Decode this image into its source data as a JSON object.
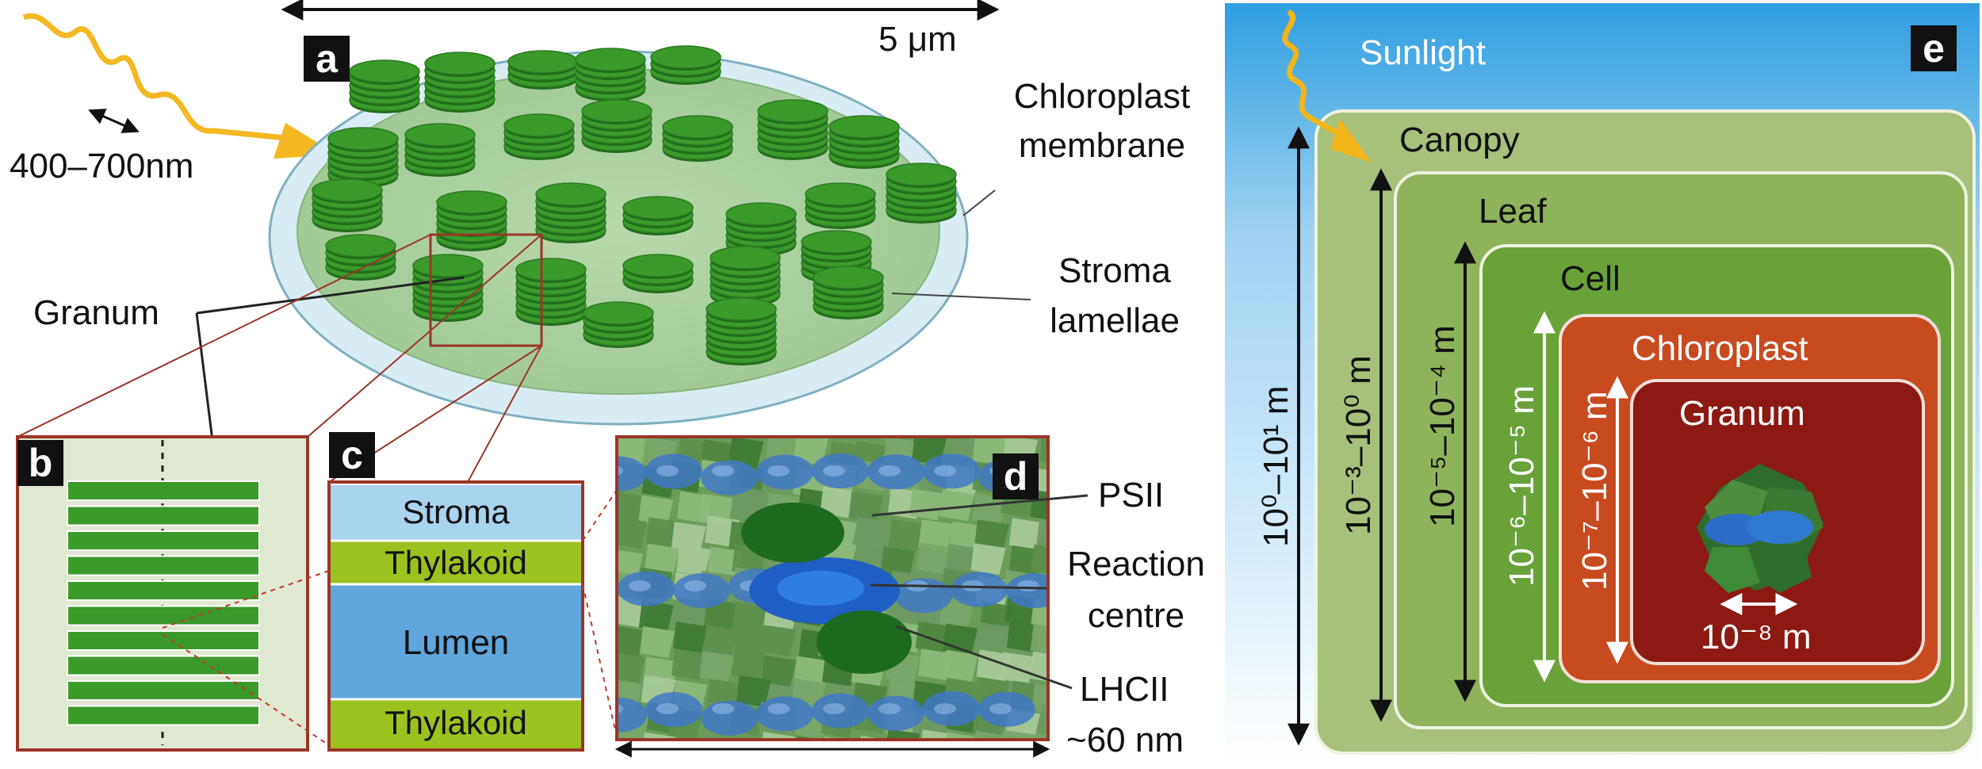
{
  "colors": {
    "sky": "#3da3e2",
    "canopy": "#a7c07a",
    "leaf": "#8fb35b",
    "cell": "#6aa23a",
    "chloroplast": "#c84a1f",
    "granum": "#8c1a12",
    "thylakoid_green": "#3a9a2a",
    "stroma_blue": "#a9d4ee",
    "lumen_blue": "#5ea6dc",
    "thylakoid_yellow": "#9cc21f",
    "frame_red": "#9a3528",
    "sun_yellow": "#f2b51c"
  },
  "panel_a": {
    "tag": "a",
    "scale_label": "5 μm",
    "wavelength_label": "400–700nm",
    "chloroplast_label_1": "Chloroplast",
    "chloroplast_label_2": "membrane",
    "stroma_label_1": "Stroma",
    "stroma_label_2": "lamellae",
    "granum_label": "Granum"
  },
  "panel_b": {
    "tag": "b"
  },
  "panel_c": {
    "tag": "c",
    "layers": [
      "Stroma",
      "Thylakoid",
      "Lumen",
      "Thylakoid"
    ]
  },
  "panel_d": {
    "tag": "d",
    "psii_label": "PSII",
    "reaction_label_1": "Reaction",
    "reaction_label_2": "centre",
    "lhcii_label": "LHCII",
    "scale_label": "~60 nm"
  },
  "panel_e": {
    "tag": "e",
    "sunlight_label": "Sunlight",
    "levels": [
      {
        "name": "Canopy",
        "scale": "10⁰–10¹ m"
      },
      {
        "name": "Leaf",
        "scale": "10⁻³–10⁰ m"
      },
      {
        "name": "Cell",
        "scale": "10⁻⁵–10⁻⁴ m"
      },
      {
        "name": "Chloroplast",
        "scale": "10⁻⁶–10⁻⁵ m"
      },
      {
        "name": "Granum",
        "scale": "10⁻⁷–10⁻⁶ m"
      }
    ],
    "granum_scale": "10⁻⁸ m"
  }
}
